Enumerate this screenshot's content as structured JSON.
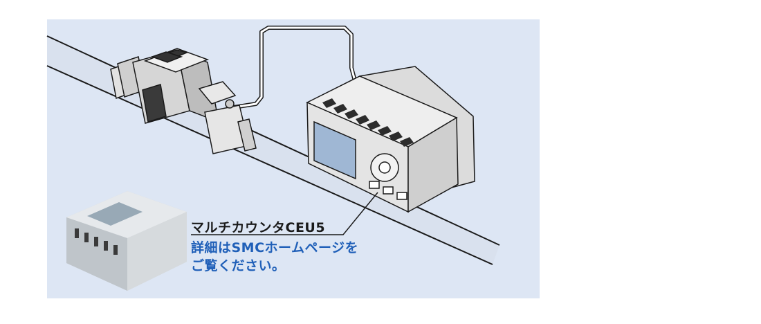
{
  "caption": {
    "title": "マルチカウンタCEU5",
    "note_line1": "詳細はSMCホームページを",
    "note_line2": "ご覧ください。"
  },
  "colors": {
    "background_panel": "#dde6f4",
    "note_text": "#1f5fb8",
    "title_text": "#1a1a1a",
    "pipe_fill": "#d9e1ee",
    "outline": "#1a1a1a",
    "device_body": "#e8e8e8",
    "display_screen": "#9fb7d4"
  },
  "icons": {
    "flow_switch": "digital-flow-switch-icon",
    "counter_unit": "multi-counter-unit-icon",
    "counter_photo": "counter-product-photo-icon"
  }
}
